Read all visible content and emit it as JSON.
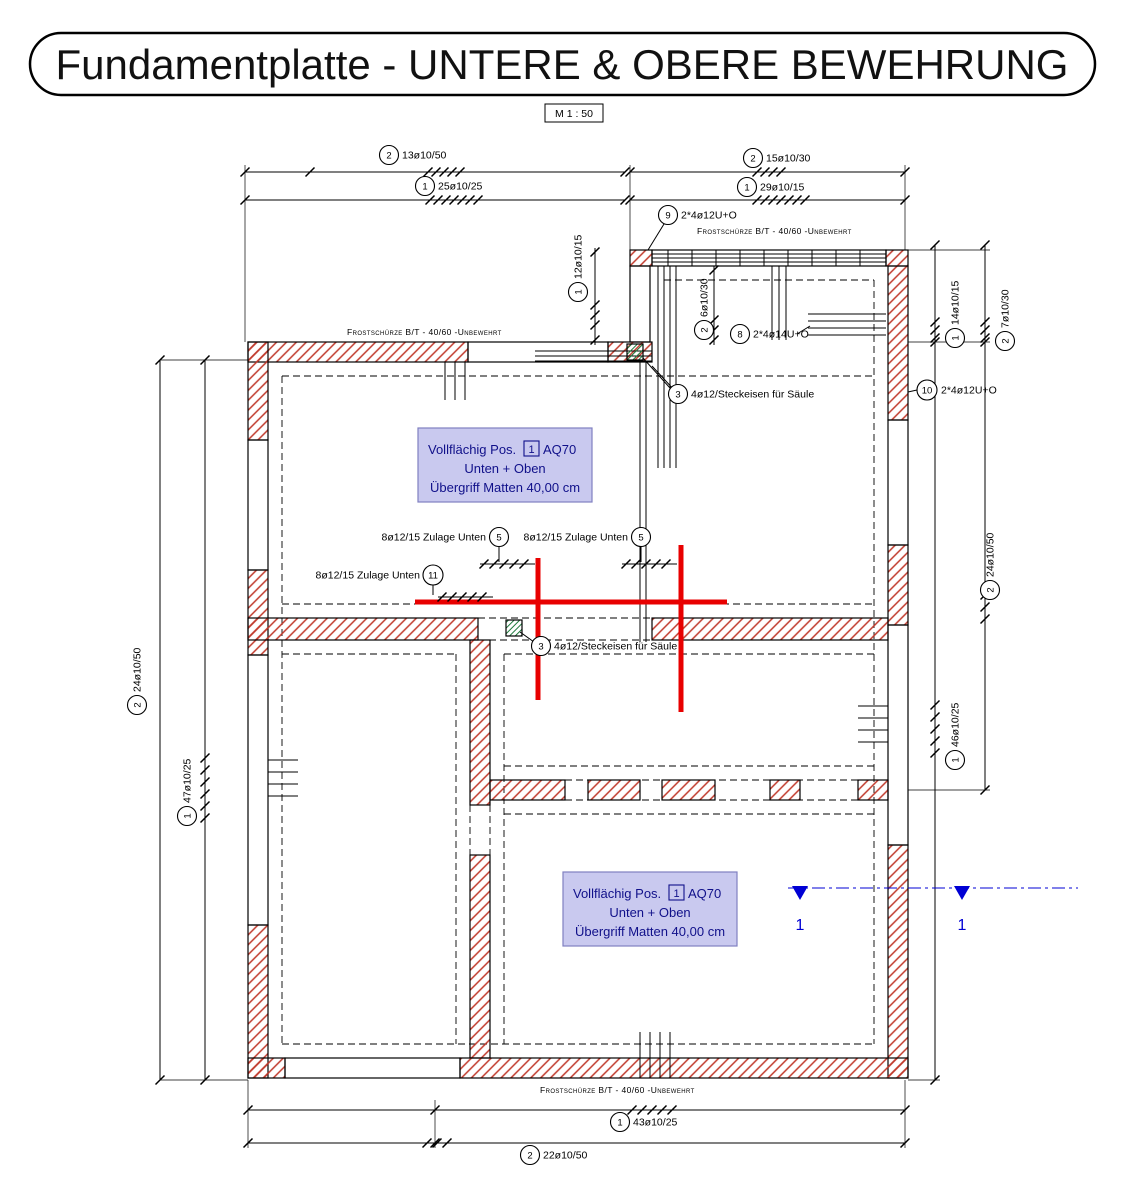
{
  "title": "Fundamentplatte - UNTERE & OBERE BEWEHRUNG",
  "scale_label": "M 1 : 50",
  "frost_label": "Frostschürze B/T - 40/60 -Unbewehrt",
  "dims": {
    "top_left_row1": {
      "num": "2",
      "label": "13ø10/50"
    },
    "top_left_row2": {
      "num": "1",
      "label": "25ø10/25"
    },
    "top_right_row1": {
      "num": "2",
      "label": "15ø10/30"
    },
    "top_right_row2": {
      "num": "1",
      "label": "29ø10/15"
    },
    "ext_left_inner": {
      "num": "1",
      "label": "12ø10/15"
    },
    "ext_left_outer": {
      "num": "2",
      "label": "6ø10/30"
    },
    "ext_right_inner": {
      "num": "1",
      "label": "14ø10/15"
    },
    "ext_right_outer": {
      "num": "2",
      "label": "7ø10/30"
    },
    "right_upper": {
      "num": "2",
      "label": "24ø10/50"
    },
    "right_lower": {
      "num": "1",
      "label": "46ø10/25"
    },
    "left_outer": {
      "num": "2",
      "label": "24ø10/50"
    },
    "left_inner": {
      "num": "1",
      "label": "47ø10/25"
    },
    "bottom_row1": {
      "num": "1",
      "label": "43ø10/25"
    },
    "bottom_row2": {
      "num": "2",
      "label": "22ø10/50"
    }
  },
  "callouts": {
    "u_bars_top": {
      "num": "9",
      "label": "2*4ø12U+O"
    },
    "u_bars_mid": {
      "num": "8",
      "label": "2*4ø14U+O"
    },
    "u_bars_right": {
      "num": "10",
      "label": "2*4ø12U+O"
    },
    "steckeisen_upper": {
      "num": "3",
      "label": "4ø12/Steckeisen für Säule"
    },
    "steckeisen_lower": {
      "num": "3",
      "label": "4ø12/Steckeisen für Säule"
    },
    "zulage_left": {
      "num": "5",
      "label": "8ø12/15 Zulage Unten"
    },
    "zulage_right": {
      "num": "5",
      "label": "8ø12/15 Zulage Unten"
    },
    "zulage_lower": {
      "num": "11",
      "label": "8ø12/15 Zulage Unten"
    }
  },
  "note_box": {
    "line1_prefix": "Vollflächig Pos.",
    "pos_num": "1",
    "line1_suffix": "AQ70",
    "line2": "Unten + Oben",
    "line3": "Übergriff Matten 40,00 cm"
  },
  "section_markers": {
    "left_label": "1",
    "right_label": "1"
  },
  "colors": {
    "hatch_red": "#c0392b",
    "bar_red": "#e80000",
    "note_fill": "#c9c9ef",
    "note_text": "#10108a",
    "marker_blue": "#0000d4",
    "steel_green": "#1e7a3c"
  }
}
